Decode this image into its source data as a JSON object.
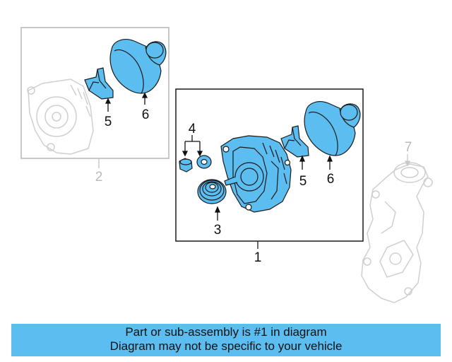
{
  "callouts": {
    "c1": "1",
    "c2": "2",
    "c3": "3",
    "c4": "4",
    "c5a": "5",
    "c5b": "5",
    "c6a": "6",
    "c6b": "6",
    "c7": "7"
  },
  "banner": {
    "line1": "Part or sub-assembly is #1 in diagram",
    "line2": "Diagram may not be specific to your vehicle"
  },
  "colors": {
    "highlight": "#5bbdf0",
    "outline": "#1a1a1a",
    "faded": "#c8c8c8"
  }
}
